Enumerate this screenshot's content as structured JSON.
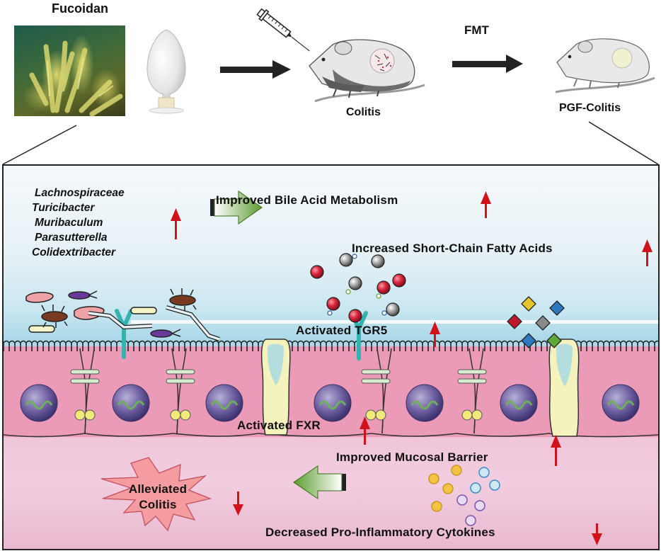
{
  "header": {
    "source_label": "Fucoidan",
    "fmt_label": "FMT",
    "colitis_label": "Colitis",
    "pgf_colitis_label": "PGF-Colitis"
  },
  "icons": {
    "seaweed": "seaweed-photo",
    "powder_flask": "powder-flask-icon",
    "syringe": "syringe-icon",
    "mouse_colitis": "mouse-icon",
    "mouse_pgf": "mouse-icon",
    "arrow_right": "arrow-right-icon"
  },
  "panel": {
    "taxa": [
      "Lachnospiraceae",
      "Turicibacter",
      "Muribaculum",
      "Parasutterella",
      "Colidextribacter"
    ],
    "taxa_trend": "up",
    "effects": [
      {
        "id": "bile",
        "label": "Improved Bile Acid Metabolism",
        "trend": "up"
      },
      {
        "id": "scfa",
        "label": "Increased Short-Chain Fatty Acids",
        "trend": "up"
      },
      {
        "id": "tgr5",
        "label": "Activated TGR5",
        "trend": "up"
      },
      {
        "id": "fxr",
        "label": "Activated FXR",
        "trend": "up"
      },
      {
        "id": "mucosal",
        "label": "Improved Mucosal Barrier",
        "trend": "up"
      },
      {
        "id": "cytokines",
        "label": "Decreased Pro-Inflammatory Cytokines",
        "trend": "down"
      }
    ],
    "outcome": {
      "line1": "Alleviated",
      "line2": "Colitis",
      "trend": "down"
    }
  },
  "colors": {
    "trend_arrow": "#d0121b",
    "green_arrow": "#6aa83a",
    "lumen_top": "#f4f8fb",
    "lumen_bottom": "#a9d8e8",
    "epithelium": "#e996b4",
    "lamina": "#efc4d6",
    "nucleus": "#6b5b9a",
    "goblet": "#f3f2b9",
    "receptor": "#3bb8b5"
  }
}
